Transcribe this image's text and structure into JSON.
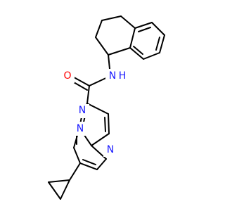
{
  "molecule": {
    "atoms": {
      "oxygen": {
        "symbol": "O",
        "color": "#ff0000"
      },
      "amide_nitrogen": {
        "symbol": "N",
        "color": "#1a1aff"
      },
      "amide_hydrogen": {
        "symbol": "H",
        "color": "#1a1aff"
      },
      "pyridazine_nitrogen": {
        "symbol": "N",
        "color": "#1a1aff"
      },
      "bridgehead_nitrogen": {
        "symbol": "N",
        "color": "#1a1aff"
      },
      "imidazole_nitrogen": {
        "symbol": "N",
        "color": "#1a1aff"
      }
    },
    "colors": {
      "bond": "#000000",
      "nitrogen": "#1a1aff",
      "oxygen": "#ff0000",
      "background": "#ffffff"
    }
  }
}
